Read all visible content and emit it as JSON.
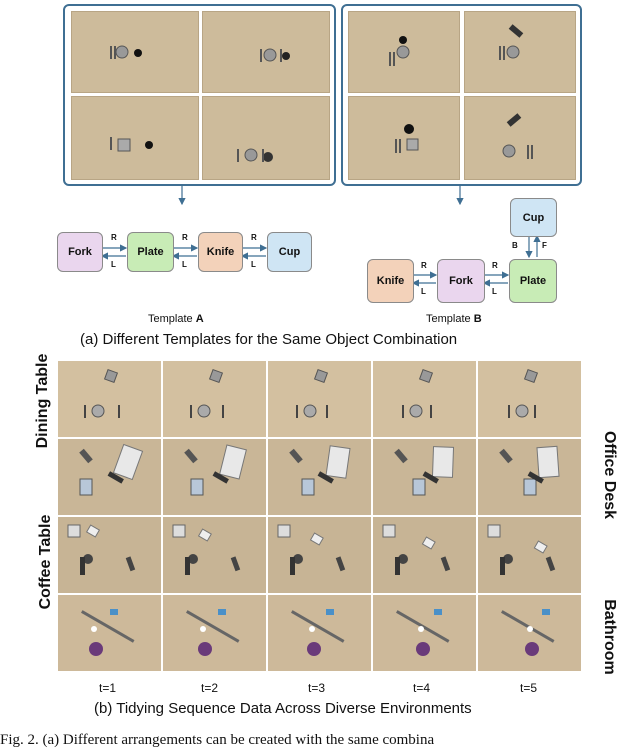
{
  "top": {
    "template_a": {
      "nodes": [
        {
          "label": "Fork",
          "color": "#ead6ee"
        },
        {
          "label": "Plate",
          "color": "#c8ecb6"
        },
        {
          "label": "Knife",
          "color": "#f3d2ba"
        },
        {
          "label": "Cup",
          "color": "#cfe5f4"
        }
      ],
      "edge_labels": [
        "R",
        "L",
        "R",
        "L",
        "R",
        "L"
      ],
      "name_prefix": "Template ",
      "name_letter": "A"
    },
    "template_b": {
      "nodes": [
        {
          "label": "Cup",
          "color": "#cfe5f4"
        },
        {
          "label": "Knife",
          "color": "#f3d2ba"
        },
        {
          "label": "Fork",
          "color": "#ead6ee"
        },
        {
          "label": "Plate",
          "color": "#c8ecb6"
        }
      ],
      "edge_labels": [
        "B",
        "F",
        "R",
        "L",
        "R",
        "L"
      ],
      "name_prefix": "Template ",
      "name_letter": "B"
    },
    "caption": "(a) Different Templates for the Same Object Combination"
  },
  "bottom": {
    "rows": [
      "Dining Table",
      "Office Desk",
      "Coffee Table",
      "Bathroom"
    ],
    "time_labels": [
      "t=1",
      "t=2",
      "t=3",
      "t=4",
      "t=5"
    ],
    "caption": "(b) Tidying Sequence Data Across Diverse Environments"
  },
  "figure_caption": "Fig. 2.    (a) Different arrangements can be created with the same combina",
  "colors": {
    "frame": "#3f6f93",
    "arrow": "#3f6f93",
    "table_wood": "#cdbb9b"
  }
}
